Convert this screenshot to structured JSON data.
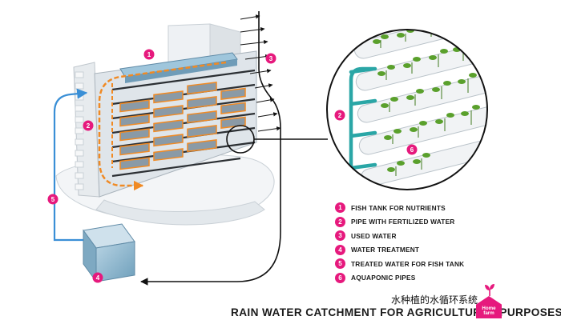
{
  "callouts": [
    "1",
    "2",
    "3",
    "4",
    "5",
    "2",
    "6"
  ],
  "legend": [
    {
      "num": "1",
      "text": "FISH TANK FOR NUTRIENTS"
    },
    {
      "num": "2",
      "text": "PIPE WITH FERTILIZED WATER"
    },
    {
      "num": "3",
      "text": "USED WATER"
    },
    {
      "num": "4",
      "text": "WATER TREATMENT"
    },
    {
      "num": "5",
      "text": "TREATED WATER FOR FISH TANK"
    },
    {
      "num": "6",
      "text": "AQUAPONIC PIPES"
    }
  ],
  "title_cn": "水种植的水循环系统",
  "title_en": "RAIN WATER CATCHMENT FOR AGRICULTURAL PURPOSES",
  "logo": {
    "line1": "Home",
    "line2": "farm"
  },
  "colors": {
    "accent": "#e6197d",
    "orange_pipe": "#f08a24",
    "blue_pipe": "#3a8fd6",
    "teal_pipe": "#2aa6a6",
    "plant_green": "#5aa02c",
    "tank_blue": "#8fb9cf"
  }
}
